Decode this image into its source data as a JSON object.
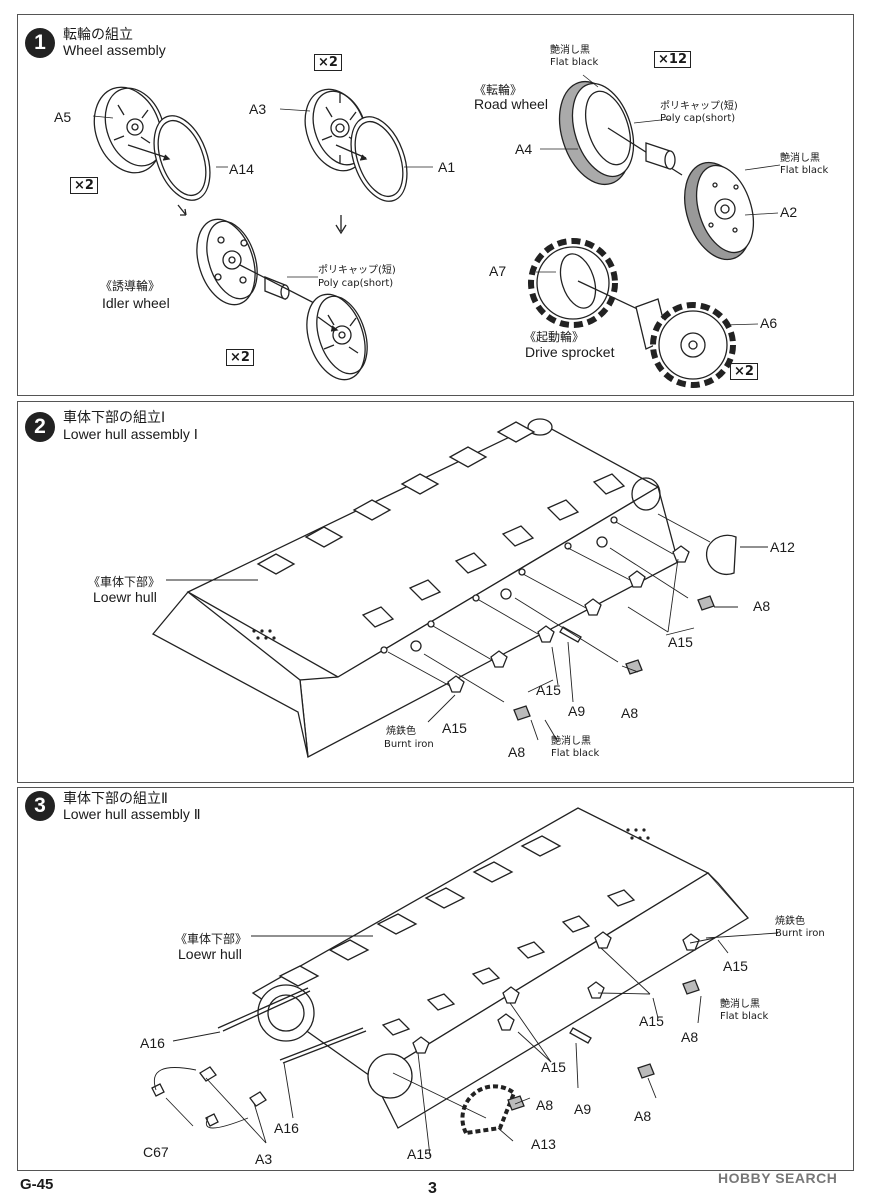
{
  "steps": [
    {
      "number": "1",
      "title_jp": "転輪の組立",
      "title_en": "Wheel assembly",
      "labels": {
        "a5": "A5",
        "a14": "A14",
        "a3": "A3",
        "a1": "A1",
        "a4": "A4",
        "a2": "A2",
        "a7": "A7",
        "a6": "A6"
      },
      "multipliers": {
        "a5_a14": "×2",
        "a3_a1": "×2",
        "idler": "×2",
        "road": "×12",
        "sprocket": "×2"
      },
      "idler": {
        "jp": "《誘導輪》",
        "en": "Idler wheel"
      },
      "road": {
        "jp": "《転輪》",
        "en": "Road wheel"
      },
      "sprocket": {
        "jp": "《起動輪》",
        "en": "Drive sprocket"
      },
      "poly_cap_short_1": {
        "jp": "ポリキャップ(短)",
        "en": "Poly cap(short)"
      },
      "poly_cap_short_2": {
        "jp": "ポリキャップ(短)",
        "en": "Poly cap(short)"
      },
      "flat_black_1": {
        "jp": "艶消し黒",
        "en": "Flat black"
      },
      "flat_black_2": {
        "jp": "艶消し黒",
        "en": "Flat black"
      }
    },
    {
      "number": "2",
      "title_jp": "車体下部の組立Ⅰ",
      "title_en": "Lower hull assembly Ⅰ",
      "hull": {
        "jp": "《車体下部》",
        "en": "Loewr hull"
      },
      "labels": {
        "a12": "A12",
        "a8_1": "A8",
        "a15_1": "A15",
        "a15_2": "A15",
        "a9": "A9",
        "a8_2": "A8",
        "a15_3": "A15",
        "a8_3": "A8"
      },
      "burnt_iron": {
        "jp": "焼鉄色",
        "en": "Burnt iron"
      },
      "flat_black": {
        "jp": "艶消し黒",
        "en": "Flat black"
      }
    },
    {
      "number": "3",
      "title_jp": "車体下部の組立Ⅱ",
      "title_en": "Lower hull assembly Ⅱ",
      "hull": {
        "jp": "《車体下部》",
        "en": "Loewr hull"
      },
      "labels": {
        "a15_1": "A15",
        "a15_2": "A15",
        "a8_1": "A8",
        "a16_1": "A16",
        "a15_3": "A15",
        "a8_2": "A8",
        "a9": "A9",
        "a8_3": "A8",
        "c67": "C67",
        "a16_2": "A16",
        "a3": "A3",
        "a15_4": "A15",
        "a13": "A13"
      },
      "burnt_iron": {
        "jp": "焼鉄色",
        "en": "Burnt iron"
      },
      "flat_black": {
        "jp": "艶消し黒",
        "en": "Flat black"
      }
    }
  ],
  "footer": {
    "code": "G-45",
    "page": "3",
    "brand": "HOBBY SEARCH"
  }
}
